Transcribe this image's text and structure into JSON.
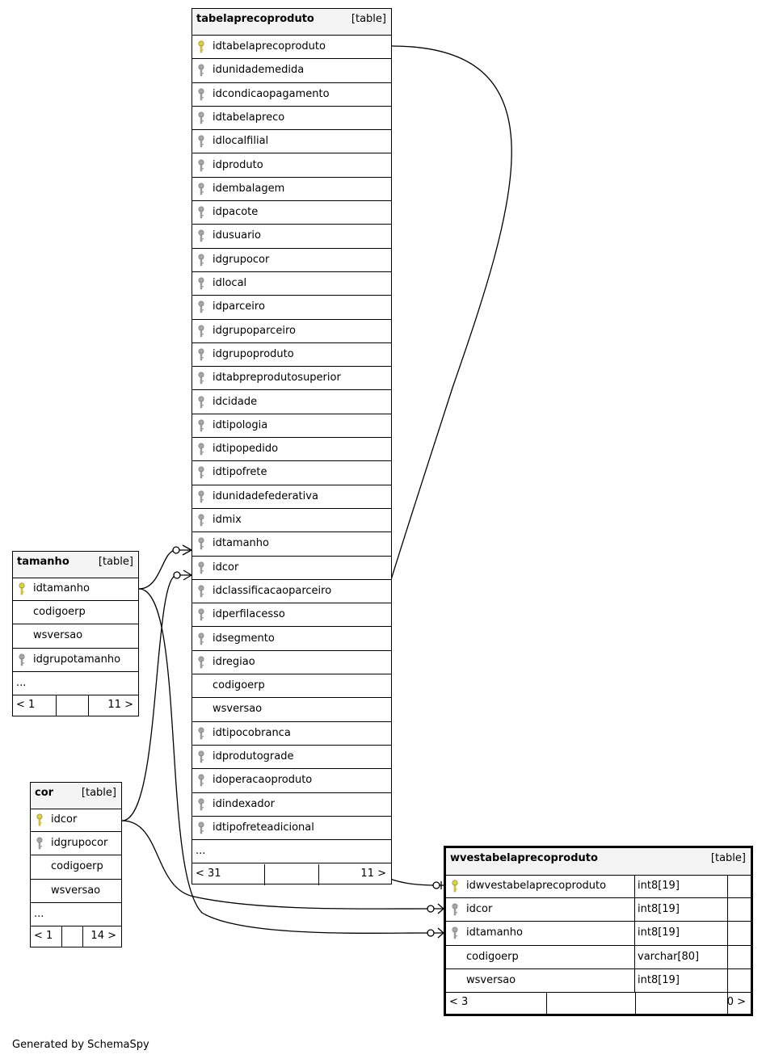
{
  "colors": {
    "line": "#000000",
    "header_bg": "#f4f4f4",
    "pk_key": "#e6d21a",
    "fk_key": "#a6a6a6"
  },
  "tables": {
    "tabelaprecoproduto": {
      "name": "tabelaprecoproduto",
      "kind": "[table]",
      "columns": [
        {
          "name": "idtabelaprecoproduto",
          "key": "primary"
        },
        {
          "name": "idunidademedida",
          "key": "foreign"
        },
        {
          "name": "idcondicaopagamento",
          "key": "foreign"
        },
        {
          "name": "idtabelapreco",
          "key": "foreign"
        },
        {
          "name": "idlocalfilial",
          "key": "foreign"
        },
        {
          "name": "idproduto",
          "key": "foreign"
        },
        {
          "name": "idembalagem",
          "key": "foreign"
        },
        {
          "name": "idpacote",
          "key": "foreign"
        },
        {
          "name": "idusuario",
          "key": "foreign"
        },
        {
          "name": "idgrupocor",
          "key": "foreign"
        },
        {
          "name": "idlocal",
          "key": "foreign"
        },
        {
          "name": "idparceiro",
          "key": "foreign"
        },
        {
          "name": "idgrupoparceiro",
          "key": "foreign"
        },
        {
          "name": "idgrupoproduto",
          "key": "foreign"
        },
        {
          "name": "idtabpreprodutosuperior",
          "key": "foreign"
        },
        {
          "name": "idcidade",
          "key": "foreign"
        },
        {
          "name": "idtipologia",
          "key": "foreign"
        },
        {
          "name": "idtipopedido",
          "key": "foreign"
        },
        {
          "name": "idtipofrete",
          "key": "foreign"
        },
        {
          "name": "idunidadefederativa",
          "key": "foreign"
        },
        {
          "name": "idmix",
          "key": "foreign"
        },
        {
          "name": "idtamanho",
          "key": "foreign"
        },
        {
          "name": "idcor",
          "key": "foreign"
        },
        {
          "name": "idclassificacaoparceiro",
          "key": "foreign"
        },
        {
          "name": "idperfilacesso",
          "key": "foreign"
        },
        {
          "name": "idsegmento",
          "key": "foreign"
        },
        {
          "name": "idregiao",
          "key": "foreign"
        },
        {
          "name": "codigoerp",
          "key": "none"
        },
        {
          "name": "wsversao",
          "key": "none"
        },
        {
          "name": "idtipocobranca",
          "key": "foreign"
        },
        {
          "name": "idprodutograde",
          "key": "foreign"
        },
        {
          "name": "idoperacaoproduto",
          "key": "foreign"
        },
        {
          "name": "idindexador",
          "key": "foreign"
        },
        {
          "name": "idtipofreteadicional",
          "key": "foreign"
        }
      ],
      "more": "...",
      "footer_left": "< 31",
      "footer_right": "11 >"
    },
    "tamanho": {
      "name": "tamanho",
      "kind": "[table]",
      "columns": [
        {
          "name": "idtamanho",
          "key": "primary"
        },
        {
          "name": "codigoerp",
          "key": "none"
        },
        {
          "name": "wsversao",
          "key": "none"
        },
        {
          "name": "idgrupotamanho",
          "key": "foreign"
        }
      ],
      "more": "...",
      "footer_left": "< 1",
      "footer_right": "11 >"
    },
    "cor": {
      "name": "cor",
      "kind": "[table]",
      "columns": [
        {
          "name": "idcor",
          "key": "primary"
        },
        {
          "name": "idgrupocor",
          "key": "foreign"
        },
        {
          "name": "codigoerp",
          "key": "none"
        },
        {
          "name": "wsversao",
          "key": "none"
        }
      ],
      "more": "...",
      "footer_left": "< 1",
      "footer_right": "14 >"
    },
    "wvestabelaprecoproduto": {
      "name": "wvestabelaprecoproduto",
      "kind": "[table]",
      "columns": [
        {
          "name": "idwvestabelaprecoproduto",
          "key": "primary",
          "type": "int8[19]"
        },
        {
          "name": "idcor",
          "key": "foreign",
          "type": "int8[19]"
        },
        {
          "name": "idtamanho",
          "key": "foreign",
          "type": "int8[19]"
        },
        {
          "name": "codigoerp",
          "key": "none",
          "type": "varchar[80]"
        },
        {
          "name": "wsversao",
          "key": "none",
          "type": "int8[19]"
        }
      ],
      "footer_left": "< 3",
      "footer_right": "0 >"
    }
  },
  "generated_by": "Generated by SchemaSpy"
}
